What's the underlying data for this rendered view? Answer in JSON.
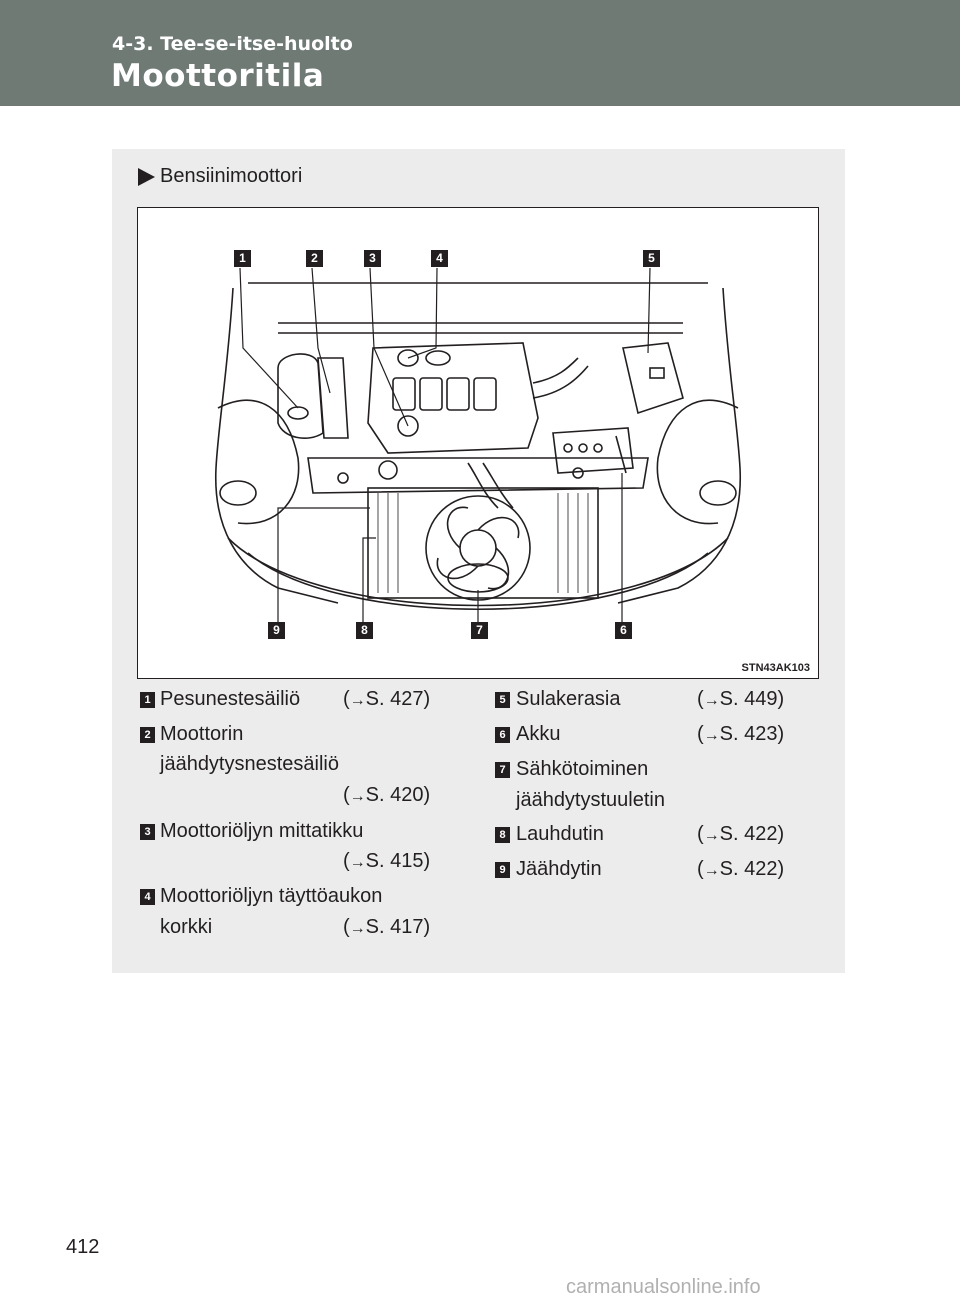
{
  "header": {
    "section": "4-3. Tee-se-itse-huolto",
    "title": "Moottoritila"
  },
  "figure": {
    "subtitle": "Bensiinimoottori",
    "code": "STN43AK103",
    "callouts": [
      "1",
      "2",
      "3",
      "4",
      "5",
      "6",
      "7",
      "8",
      "9"
    ]
  },
  "legend": [
    {
      "num": "1",
      "lines": [
        "Pesunestesäiliö"
      ],
      "ref": "S. 427"
    },
    {
      "num": "2",
      "lines": [
        "Moottorin",
        "jäähdytysnestesäiliö"
      ],
      "ref": "S. 420"
    },
    {
      "num": "3",
      "lines": [
        "Moottoriöljyn mittatikku"
      ],
      "ref": "S. 415"
    },
    {
      "num": "4",
      "lines": [
        "Moottoriöljyn täyttöaukon",
        "korkki"
      ],
      "ref": "S. 417"
    },
    {
      "num": "5",
      "lines": [
        "Sulakerasia"
      ],
      "ref": "S. 449"
    },
    {
      "num": "6",
      "lines": [
        "Akku"
      ],
      "ref": "S. 423"
    },
    {
      "num": "7",
      "lines": [
        "Sähkötoiminen",
        "jäähdytystuuletin"
      ],
      "ref": ""
    },
    {
      "num": "8",
      "lines": [
        "Lauhdutin"
      ],
      "ref": "S. 422"
    },
    {
      "num": "9",
      "lines": [
        "Jäähdytin"
      ],
      "ref": "S. 422"
    }
  ],
  "footer": {
    "page_number": "412",
    "watermark": "carmanualsonline.info"
  }
}
